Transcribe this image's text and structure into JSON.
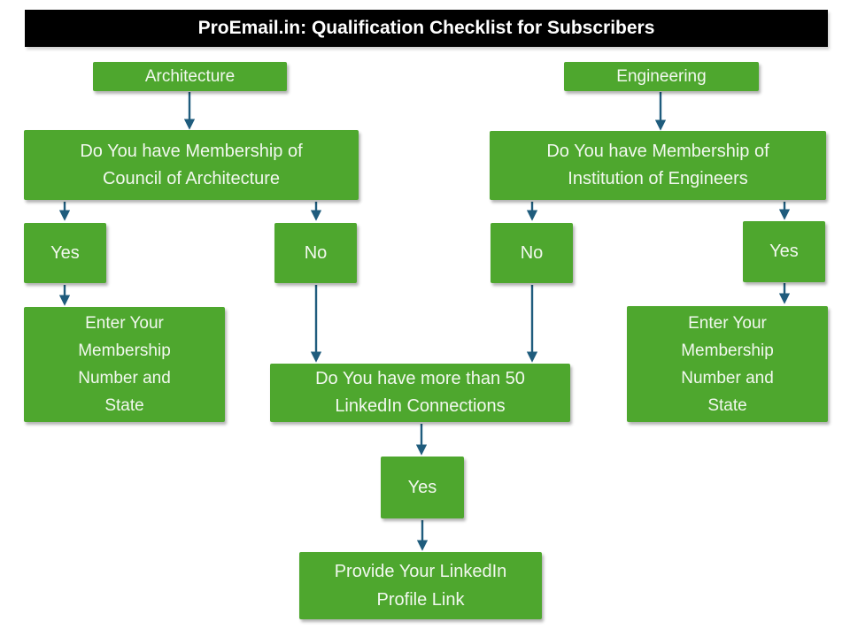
{
  "header": {
    "title": "ProEmail.in: Qualification Checklist for Subscribers"
  },
  "colors": {
    "box_green": "#4EA72E",
    "arrow_blue": "#1F5C7D",
    "header_bg": "#000000",
    "header_text": "#FFFFFF",
    "box_text": "#F2F8EF",
    "page_bg": "#FFFFFF"
  },
  "flowchart": {
    "branch_left": {
      "root": "Architecture",
      "question": "Do You have Membership of\nCouncil of Architecture",
      "yes_label": "Yes",
      "no_label": "No",
      "yes_result": "Enter Your\nMembership\nNumber and\nState"
    },
    "branch_right": {
      "root": "Engineering",
      "question": "Do You have Membership of\nInstitution of Engineers",
      "yes_label": "Yes",
      "no_label": "No",
      "yes_result": "Enter Your\nMembership\nNumber and\nState"
    },
    "shared_no_path": {
      "question": "Do You have more than 50\nLinkedIn Connections",
      "yes_label": "Yes",
      "result": "Provide Your LinkedIn\nProfile Link"
    }
  }
}
